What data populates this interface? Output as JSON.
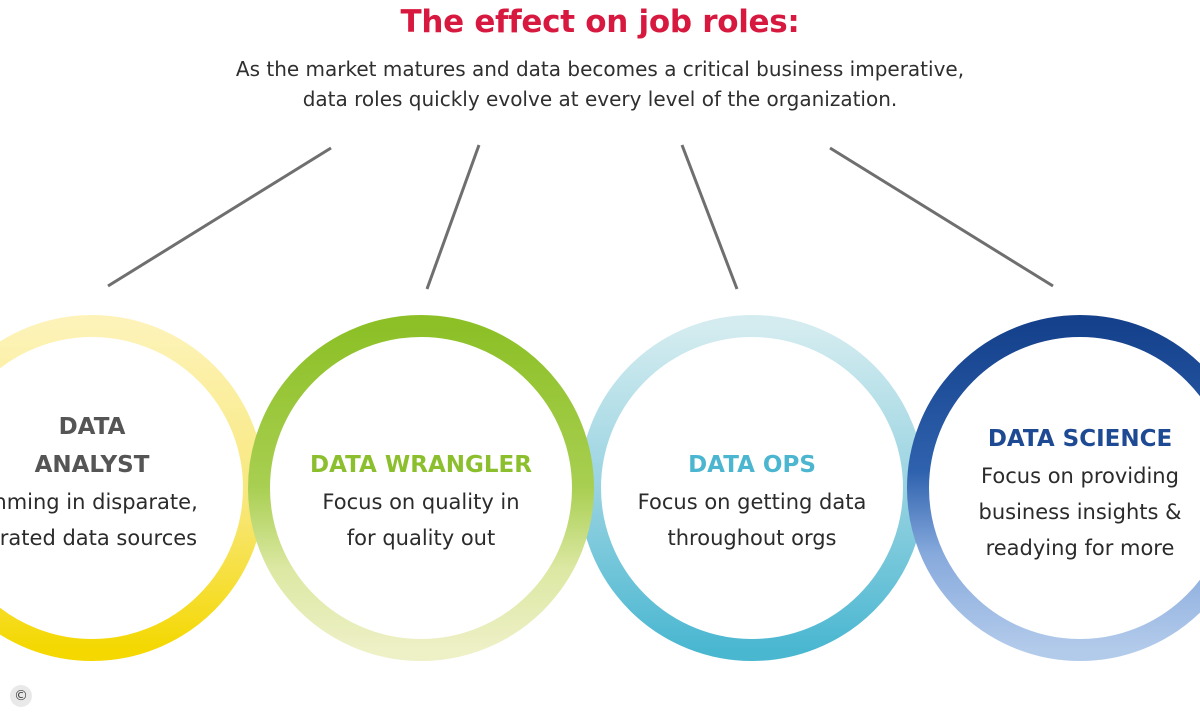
{
  "header": {
    "title": "The effect on job roles:",
    "subtitle_line1": "As the market matures and data becomes a critical business imperative,",
    "subtitle_line2": "data roles quickly evolve at every level of the organization."
  },
  "roles": [
    {
      "title_line1": "DATA",
      "title_line2": "ANALYST",
      "desc_line1": "mming in disparate,",
      "desc_line2": "erated data sources",
      "title_color": "#555555",
      "ring_colors": [
        "#fdf3b8",
        "#f4d800"
      ]
    },
    {
      "title": "DATA WRANGLER",
      "desc_line1": "Focus on quality in",
      "desc_line2": "for quality out",
      "title_color": "#8cbf2e",
      "ring_colors": [
        "#8cc026",
        "#ecefc4"
      ]
    },
    {
      "title": "DATA OPS",
      "desc_line1": "Focus on getting data",
      "desc_line2": "throughout orgs",
      "title_color": "#4cb6d0",
      "ring_colors": [
        "#cde9ee",
        "#4fb9d2"
      ]
    },
    {
      "title": "DATA SCIENCE",
      "desc_line1": "Focus on providing",
      "desc_line2": "business insights &",
      "desc_line3": "readying for more",
      "title_color": "#1d4a93",
      "ring_colors": [
        "#17448f",
        "#a9c4e8"
      ]
    }
  ],
  "footer": {
    "copyright_symbol": "©"
  }
}
